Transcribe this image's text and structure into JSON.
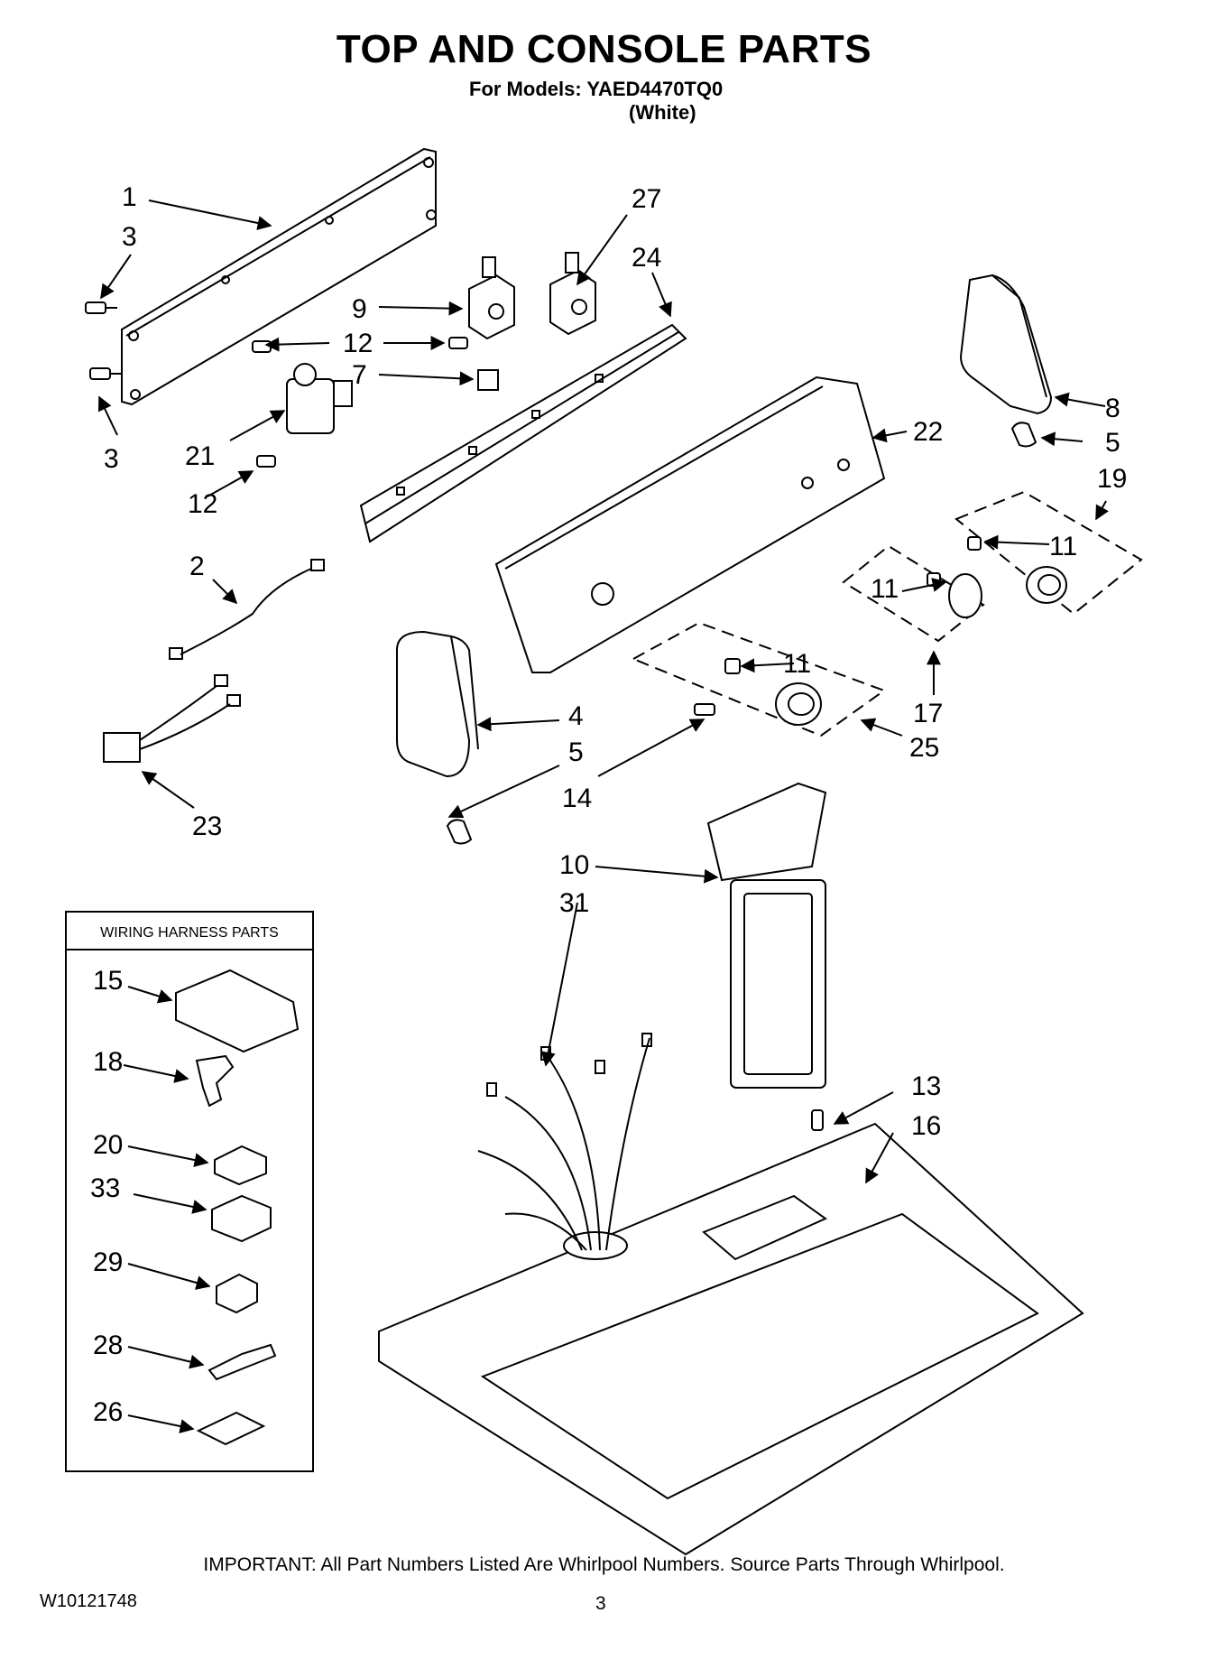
{
  "header": {
    "title": "TOP AND CONSOLE PARTS",
    "models_line": "For Models: YAED4470TQ0",
    "color_line": "(White)"
  },
  "callouts": {
    "c1": "1",
    "c3a": "3",
    "c3b": "3",
    "c27": "27",
    "c24": "24",
    "c9": "9",
    "c12a": "12",
    "c12b": "12",
    "c7": "7",
    "c21": "21",
    "c12c": "12",
    "c8": "8",
    "c22": "22",
    "c5a": "5",
    "c19": "19",
    "c11a": "11",
    "c11b": "11",
    "c11c": "11",
    "c2": "2",
    "c4": "4",
    "c17": "17",
    "c25": "25",
    "c5b": "5",
    "c14": "14",
    "c23": "23",
    "c10": "10",
    "c31": "31",
    "c13": "13",
    "c16": "16"
  },
  "wiring_harness": {
    "title": "WIRING HARNESS PARTS",
    "items": [
      "15",
      "18",
      "20",
      "33",
      "29",
      "28",
      "26"
    ]
  },
  "footer": {
    "important": "IMPORTANT: All Part Numbers Listed Are Whirlpool Numbers. Source Parts Through Whirlpool.",
    "doc_number": "W10121748",
    "page_number": "3"
  }
}
